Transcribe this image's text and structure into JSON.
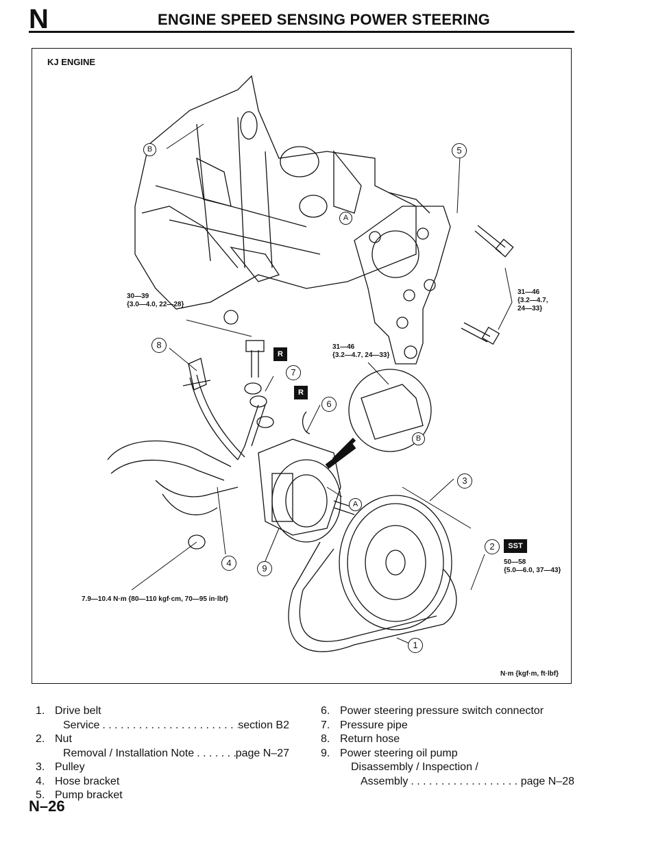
{
  "header": {
    "section_letter": "N",
    "title": "ENGINE SPEED SENSING POWER STEERING"
  },
  "figure": {
    "label": "KJ ENGINE",
    "units": "N·m {kgf·m, ft·lbf}",
    "torques": {
      "t1": "30—39\n{3.0—4.0, 22—28}",
      "t2": "31—46\n{3.2—4.7, 24—33}",
      "t3": "31—46\n{3.2—4.7,\n24—33}",
      "t4": "50—58\n{5.0—6.0, 37—43}",
      "t5": "7.9—10.4 N·m {80—110 kgf·cm, 70—95 in·lbf}"
    },
    "callouts": [
      "1",
      "2",
      "3",
      "4",
      "5",
      "6",
      "7",
      "8",
      "9"
    ],
    "refs": {
      "a": "A",
      "b": "B"
    },
    "tags": {
      "replace": "R",
      "sst": "SST"
    }
  },
  "legend": {
    "left": [
      {
        "num": "1.",
        "text": "Drive belt"
      },
      {
        "sub_label": "Service",
        "sub_ref": "section B2"
      },
      {
        "num": "2.",
        "text": "Nut"
      },
      {
        "sub_label": "Removal / Installation Note",
        "sub_ref": "page N–27"
      },
      {
        "num": "3.",
        "text": "Pulley"
      },
      {
        "num": "4.",
        "text": "Hose bracket"
      },
      {
        "num": "5.",
        "text": "Pump bracket"
      }
    ],
    "right": [
      {
        "num": "6.",
        "text": "Power steering pressure switch connector"
      },
      {
        "num": "7.",
        "text": "Pressure pipe"
      },
      {
        "num": "8.",
        "text": "Return hose"
      },
      {
        "num": "9.",
        "text": "Power steering oil pump"
      },
      {
        "sub_label": "Disassembly / Inspection /"
      },
      {
        "sub_label": "Assembly",
        "sub_ref": "page N–28"
      }
    ]
  },
  "footer": {
    "page_number": "N–26"
  }
}
